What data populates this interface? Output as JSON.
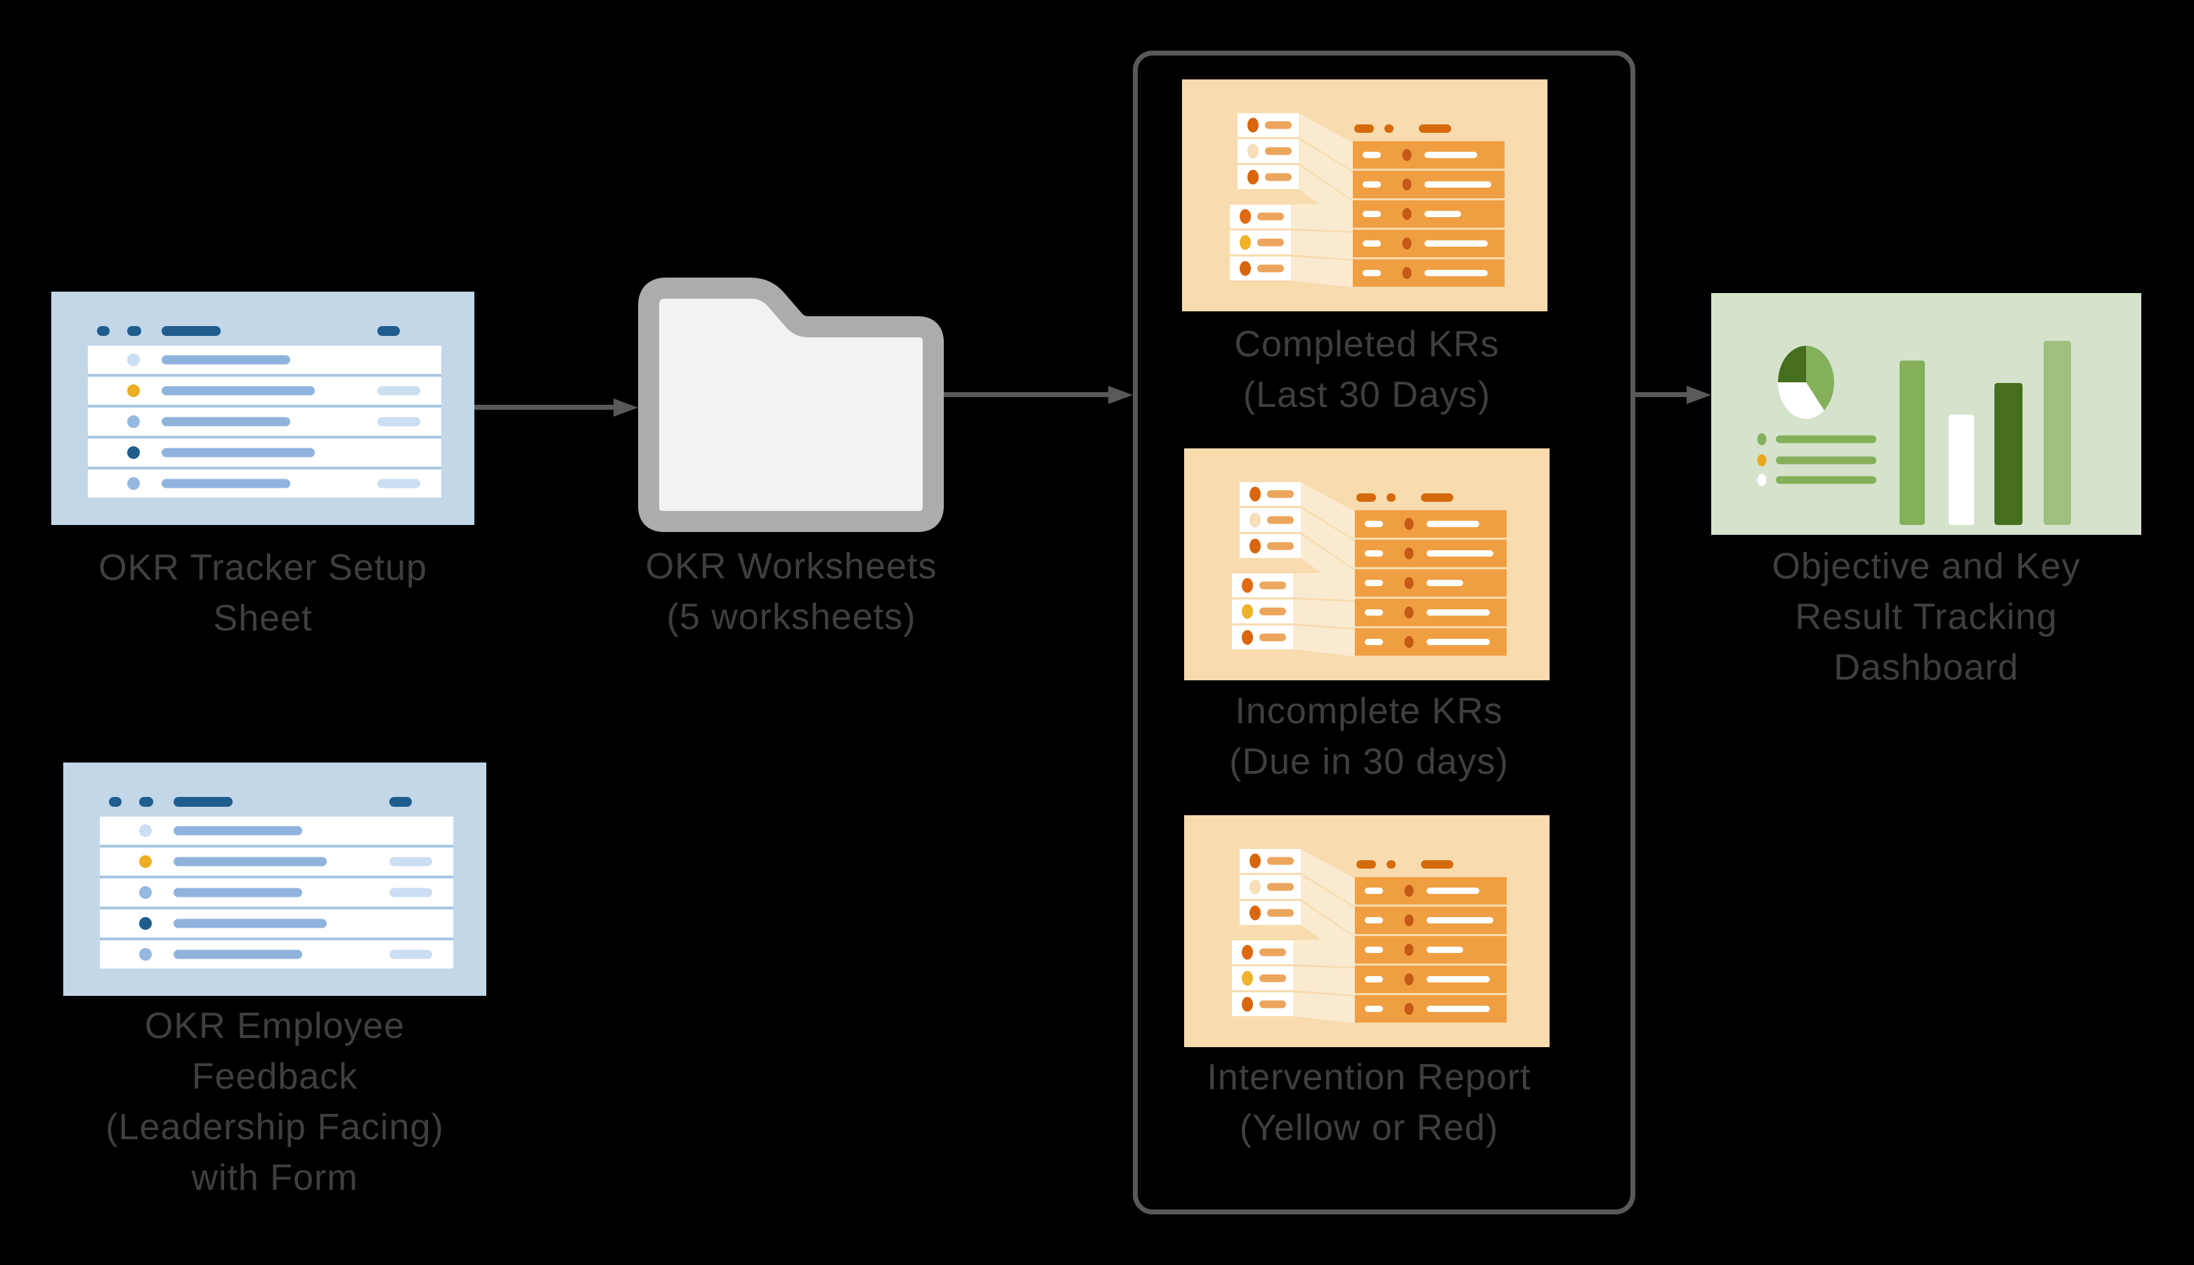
{
  "diagram": {
    "title": "OKR tracker workflow diagram",
    "nodes": {
      "okr_tracker_setup_sheet": {
        "label": "OKR Tracker Setup\nSheet",
        "type": "spreadsheet"
      },
      "okr_employee_feedback": {
        "label": "OKR Employee\nFeedback\n(Leadership Facing)\nwith Form",
        "type": "spreadsheet"
      },
      "okr_worksheets": {
        "label": "OKR Worksheets\n(5 worksheets)",
        "type": "folder"
      },
      "completed_krs": {
        "label": "Completed KRs\n(Last 30 Days)",
        "type": "report"
      },
      "incomplete_krs": {
        "label": "Incomplete KRs\n(Due in 30 days)",
        "type": "report"
      },
      "intervention_report": {
        "label": "Intervention Report\n(Yellow or Red)",
        "type": "report"
      },
      "dashboard": {
        "label": "Objective and Key\nResult Tracking\nDashboard",
        "type": "dashboard"
      }
    },
    "edges": [
      {
        "from": "okr_tracker_setup_sheet",
        "to": "okr_worksheets"
      },
      {
        "from": "okr_worksheets",
        "to": "reports_group"
      },
      {
        "from": "reports_group",
        "to": "dashboard"
      }
    ]
  },
  "palette": {
    "background": "#000000",
    "label_text": "#3E3F41",
    "connector_gray": "#58595B",
    "white": "#FFFFFF",
    "sheet_bg": "#C3D7E9",
    "sheet_dark_blue": "#1F5D8D",
    "sheet_bar_blue": "#8FB3DC",
    "sheet_pale_blue": "#CCDEF1",
    "sheet_light_blue": "#95B8E1",
    "sheet_amber": "#EBAE21",
    "sheet_separator": "#A9C7E2",
    "folder_gray": "#ACACAC",
    "folder_fill": "#F2F2F2",
    "report_bg": "#F8DBAE",
    "report_row_orange": "#EF9F42",
    "report_dark_orange": "#D56A0D",
    "report_row_dot": "#C45A15",
    "report_card_bar": "#ECA55C",
    "report_dot_dark": "#D9660D",
    "report_dot_pale": "#F6DFB9",
    "report_dot_amber": "#EFB32A",
    "report_dot_orange": "#E06A12",
    "dash_bg": "#D6E3CC",
    "dash_green_medium": "#85B05B",
    "dash_green_dark": "#456F1E",
    "dash_green_light": "#9FC07C",
    "dash_amber": "#E8A91E"
  }
}
